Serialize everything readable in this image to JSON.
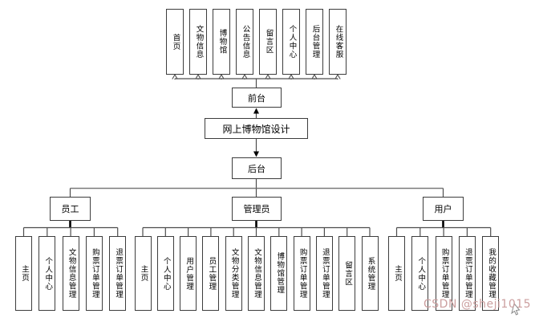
{
  "diagram": {
    "root": {
      "label": "网上博物馆设计"
    },
    "front": {
      "label": "前台",
      "modules": [
        "首页",
        "文物信息",
        "博物馆",
        "公告信息",
        "留言区",
        "个人中心",
        "后台管理",
        "在线客服"
      ]
    },
    "back": {
      "label": "后台"
    },
    "branches": [
      {
        "label": "员工",
        "children": [
          "主页",
          "个人中心",
          "文物信息管理",
          "购票订单管理",
          "退票订单管理"
        ]
      },
      {
        "label": "管理员",
        "children": [
          "主页",
          "个人中心",
          "用户管理",
          "员工管理",
          "文物分类管理",
          "文物信息管理",
          "博物馆管理",
          "购票订单管理",
          "退票订单管理",
          "留言区",
          "系统管理"
        ]
      },
      {
        "label": "用户",
        "children": [
          "主页",
          "个人中心",
          "购票订单管理",
          "退票订单管理",
          "我的收藏管理"
        ]
      }
    ],
    "watermark": "CSDN @sheji1015",
    "colors": {
      "box_border": "#3d3d3d",
      "line": "#4d4d4d",
      "bus_line": "#7a7a7a",
      "arrow": "#000000",
      "watermark": "#cc9f9f",
      "background": "#ffffff"
    }
  }
}
